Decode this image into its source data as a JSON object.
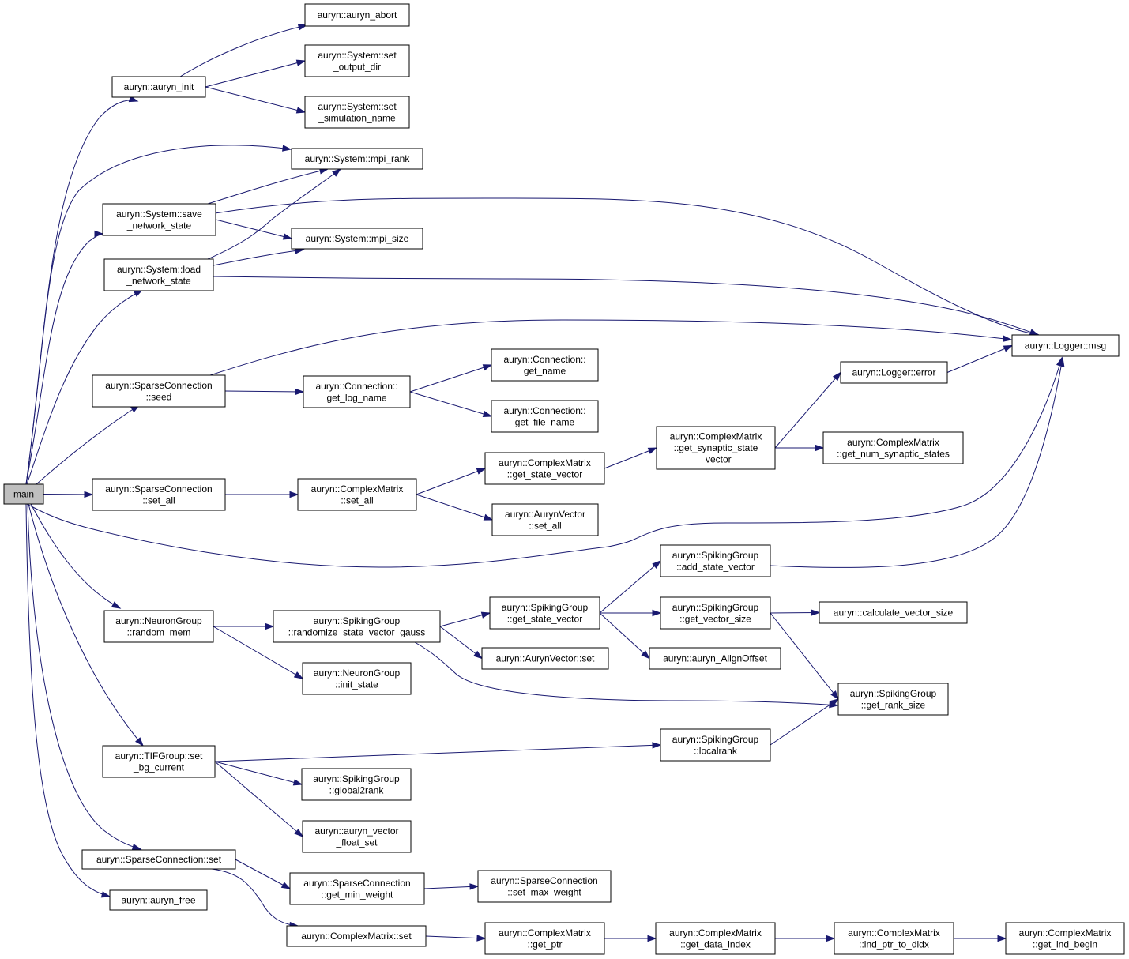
{
  "diagram": {
    "root": "main",
    "nodes": [
      {
        "id": "main",
        "lines": [
          "main"
        ]
      },
      {
        "id": "auryn_init",
        "lines": [
          "auryn::auryn_init"
        ]
      },
      {
        "id": "auryn_abort",
        "lines": [
          "auryn::auryn_abort"
        ]
      },
      {
        "id": "set_output_dir",
        "lines": [
          "auryn::System::set",
          "_output_dir"
        ]
      },
      {
        "id": "set_simulation_name",
        "lines": [
          "auryn::System::set",
          "_simulation_name"
        ]
      },
      {
        "id": "mpi_rank",
        "lines": [
          "auryn::System::mpi_rank"
        ]
      },
      {
        "id": "save_network_state",
        "lines": [
          "auryn::System::save",
          "_network_state"
        ]
      },
      {
        "id": "mpi_size",
        "lines": [
          "auryn::System::mpi_size"
        ]
      },
      {
        "id": "load_network_state",
        "lines": [
          "auryn::System::load",
          "_network_state"
        ]
      },
      {
        "id": "logger_msg",
        "lines": [
          "auryn::Logger::msg"
        ]
      },
      {
        "id": "sparse_seed",
        "lines": [
          "auryn::SparseConnection",
          "::seed"
        ]
      },
      {
        "id": "conn_get_log_name",
        "lines": [
          "auryn::Connection::",
          "get_log_name"
        ]
      },
      {
        "id": "conn_get_name",
        "lines": [
          "auryn::Connection::",
          "get_name"
        ]
      },
      {
        "id": "conn_get_file_name",
        "lines": [
          "auryn::Connection::",
          "get_file_name"
        ]
      },
      {
        "id": "logger_error",
        "lines": [
          "auryn::Logger::error"
        ]
      },
      {
        "id": "cm_get_synaptic_state_vector",
        "lines": [
          "auryn::ComplexMatrix",
          "::get_synaptic_state",
          "_vector"
        ]
      },
      {
        "id": "cm_get_num_synaptic_states",
        "lines": [
          "auryn::ComplexMatrix",
          "::get_num_synaptic_states"
        ]
      },
      {
        "id": "cm_get_state_vector",
        "lines": [
          "auryn::ComplexMatrix",
          "::get_state_vector"
        ]
      },
      {
        "id": "sparse_set_all",
        "lines": [
          "auryn::SparseConnection",
          "::set_all"
        ]
      },
      {
        "id": "cm_set_all",
        "lines": [
          "auryn::ComplexMatrix",
          "::set_all"
        ]
      },
      {
        "id": "av_set_all",
        "lines": [
          "auryn::AurynVector",
          "::set_all"
        ]
      },
      {
        "id": "sg_add_state_vector",
        "lines": [
          "auryn::SpikingGroup",
          "::add_state_vector"
        ]
      },
      {
        "id": "sg_get_state_vector",
        "lines": [
          "auryn::SpikingGroup",
          "::get_state_vector"
        ]
      },
      {
        "id": "sg_get_vector_size",
        "lines": [
          "auryn::SpikingGroup",
          "::get_vector_size"
        ]
      },
      {
        "id": "calculate_vector_size",
        "lines": [
          "auryn::calculate_vector_size"
        ]
      },
      {
        "id": "ng_random_mem",
        "lines": [
          "auryn::NeuronGroup",
          "::random_mem"
        ]
      },
      {
        "id": "sg_randomize",
        "lines": [
          "auryn::SpikingGroup",
          "::randomize_state_vector_gauss"
        ]
      },
      {
        "id": "av_set",
        "lines": [
          "auryn::AurynVector::set"
        ]
      },
      {
        "id": "align_offset",
        "lines": [
          "auryn::auryn_AlignOffset"
        ]
      },
      {
        "id": "ng_init_state",
        "lines": [
          "auryn::NeuronGroup",
          "::init_state"
        ]
      },
      {
        "id": "sg_get_rank_size",
        "lines": [
          "auryn::SpikingGroup",
          "::get_rank_size"
        ]
      },
      {
        "id": "tif_set_bg_current",
        "lines": [
          "auryn::TIFGroup::set",
          "_bg_current"
        ]
      },
      {
        "id": "sg_localrank",
        "lines": [
          "auryn::SpikingGroup",
          "::localrank"
        ]
      },
      {
        "id": "sg_global2rank",
        "lines": [
          "auryn::SpikingGroup",
          "::global2rank"
        ]
      },
      {
        "id": "auryn_vector_float_set",
        "lines": [
          "auryn::auryn_vector",
          "_float_set"
        ]
      },
      {
        "id": "sparse_set",
        "lines": [
          "auryn::SparseConnection::set"
        ]
      },
      {
        "id": "sparse_get_min_weight",
        "lines": [
          "auryn::SparseConnection",
          "::get_min_weight"
        ]
      },
      {
        "id": "sparse_set_max_weight",
        "lines": [
          "auryn::SparseConnection",
          "::set_max_weight"
        ]
      },
      {
        "id": "auryn_free",
        "lines": [
          "auryn::auryn_free"
        ]
      },
      {
        "id": "cm_set",
        "lines": [
          "auryn::ComplexMatrix::set"
        ]
      },
      {
        "id": "cm_get_ptr",
        "lines": [
          "auryn::ComplexMatrix",
          "::get_ptr"
        ]
      },
      {
        "id": "cm_get_data_index",
        "lines": [
          "auryn::ComplexMatrix",
          "::get_data_index"
        ]
      },
      {
        "id": "cm_ind_ptr_to_didx",
        "lines": [
          "auryn::ComplexMatrix",
          "::ind_ptr_to_didx"
        ]
      },
      {
        "id": "cm_get_ind_begin",
        "lines": [
          "auryn::ComplexMatrix",
          "::get_ind_begin"
        ]
      }
    ],
    "edges": [
      [
        "main",
        "auryn_init"
      ],
      [
        "main",
        "mpi_rank"
      ],
      [
        "main",
        "save_network_state"
      ],
      [
        "main",
        "load_network_state"
      ],
      [
        "main",
        "sparse_seed"
      ],
      [
        "main",
        "sparse_set_all"
      ],
      [
        "main",
        "logger_msg"
      ],
      [
        "main",
        "ng_random_mem"
      ],
      [
        "main",
        "tif_set_bg_current"
      ],
      [
        "main",
        "sparse_set"
      ],
      [
        "main",
        "auryn_free"
      ],
      [
        "auryn_init",
        "auryn_abort"
      ],
      [
        "auryn_init",
        "set_output_dir"
      ],
      [
        "auryn_init",
        "set_simulation_name"
      ],
      [
        "save_network_state",
        "mpi_rank"
      ],
      [
        "save_network_state",
        "mpi_size"
      ],
      [
        "save_network_state",
        "logger_msg"
      ],
      [
        "load_network_state",
        "mpi_rank"
      ],
      [
        "load_network_state",
        "mpi_size"
      ],
      [
        "load_network_state",
        "logger_msg"
      ],
      [
        "sparse_seed",
        "logger_msg"
      ],
      [
        "sparse_seed",
        "conn_get_log_name"
      ],
      [
        "conn_get_log_name",
        "conn_get_name"
      ],
      [
        "conn_get_log_name",
        "conn_get_file_name"
      ],
      [
        "logger_error",
        "logger_msg"
      ],
      [
        "cm_get_synaptic_state_vector",
        "logger_error"
      ],
      [
        "cm_get_synaptic_state_vector",
        "cm_get_num_synaptic_states"
      ],
      [
        "cm_get_state_vector",
        "cm_get_synaptic_state_vector"
      ],
      [
        "sparse_set_all",
        "cm_set_all"
      ],
      [
        "cm_set_all",
        "cm_get_state_vector"
      ],
      [
        "cm_set_all",
        "av_set_all"
      ],
      [
        "sg_add_state_vector",
        "logger_msg"
      ],
      [
        "ng_random_mem",
        "sg_randomize"
      ],
      [
        "ng_random_mem",
        "ng_init_state"
      ],
      [
        "sg_randomize",
        "sg_get_state_vector"
      ],
      [
        "sg_randomize",
        "av_set"
      ],
      [
        "sg_randomize",
        "sg_get_rank_size"
      ],
      [
        "sg_get_state_vector",
        "sg_add_state_vector"
      ],
      [
        "sg_get_state_vector",
        "sg_get_vector_size"
      ],
      [
        "sg_get_state_vector",
        "align_offset"
      ],
      [
        "sg_get_vector_size",
        "calculate_vector_size"
      ],
      [
        "sg_get_vector_size",
        "sg_get_rank_size"
      ],
      [
        "tif_set_bg_current",
        "sg_localrank"
      ],
      [
        "tif_set_bg_current",
        "sg_global2rank"
      ],
      [
        "tif_set_bg_current",
        "auryn_vector_float_set"
      ],
      [
        "sg_localrank",
        "sg_get_rank_size"
      ],
      [
        "sparse_set",
        "sparse_get_min_weight"
      ],
      [
        "sparse_set",
        "cm_set"
      ],
      [
        "sparse_get_min_weight",
        "sparse_set_max_weight"
      ],
      [
        "cm_set",
        "cm_get_ptr"
      ],
      [
        "cm_get_ptr",
        "cm_get_data_index"
      ],
      [
        "cm_get_data_index",
        "cm_ind_ptr_to_didx"
      ],
      [
        "cm_ind_ptr_to_didx",
        "cm_get_ind_begin"
      ]
    ]
  }
}
